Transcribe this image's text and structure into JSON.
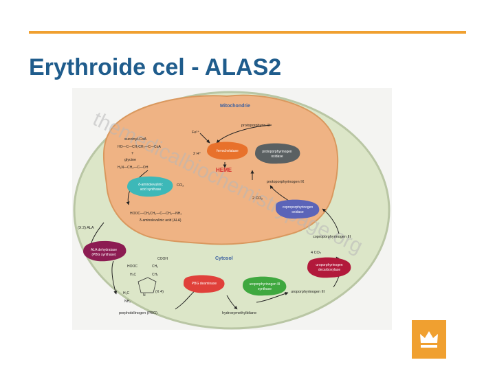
{
  "slide": {
    "title": "Erythroide cel - ALAS2",
    "accent_color": "#F0A030",
    "title_color": "#1F5C8C"
  },
  "diagram": {
    "compartments": {
      "mitochondrion": "Mitochondrie",
      "cytosol": "Cytosol"
    },
    "watermark": "themedicalbiochemistrypage.org",
    "heme": "HEME",
    "metabolites": {
      "protoporphyrin_ix": "protoporphyrin IX",
      "fe2": "Fe²⁺",
      "two_h": "2 H⁺",
      "succinyl_coa": "succinyl-CoA",
      "succinyl_formula": "HO—C—CH₂CH₂—C—CoA",
      "glycine": "glycine",
      "glycine_formula": "H₂N—CH₂—C—OH",
      "co2_alas": "CO₂",
      "protoporphyrinogen_ix": "protoporphyrinogen IX",
      "two_co2_a": "2 CO₂",
      "ala_formula": "HOOC—CH₂CH₂—C—CH₂—NH₂",
      "ala_name": "δ-aminolevulinic acid (ALA)",
      "two_ala": "(X 2) ALA",
      "coproporphyrinogen_iii": "coproporphyrinogen III",
      "four_co2": "4 CO₂",
      "uroporphyrinogen_iii": "uroporphyrinogen III",
      "pbg_cooh": "COOH",
      "pbg_hooc": "HOOC",
      "pbg_ch2_a": "CH₂",
      "pbg_ch2_b": "CH₂",
      "pbg_h2c": "H₂C",
      "pbg_h2c_b": "H₂C",
      "pbg_nh2": "NH₂",
      "pbg_n": "N",
      "x4": "(X 4)",
      "porphobilinogen": "porphobilinogen (PBG)",
      "hydroxymethylbilane": "hydroxymethylbilane"
    },
    "enzymes": {
      "ferrochelatase": "ferrochelatase",
      "protoporphyrinogen_oxidase": [
        "protoporphyrinogen",
        "oxidase"
      ],
      "ala_synthase": [
        "δ-aminolevulinic",
        "acid synthase"
      ],
      "coproporphyrinogen_oxidase": [
        "coproporphyrinogen",
        "oxidase"
      ],
      "ala_dehydratase": [
        "ALA dehydratase",
        "(PBG synthase)"
      ],
      "uroporphyrinogen_decarboxylase": [
        "uroporphyrinogen",
        "decarboxylase"
      ],
      "pbg_deaminase": "PBG deaminase",
      "uroporphyrinogen_synthase": [
        "uroporphyrinogen III",
        "synthase"
      ]
    },
    "colors": {
      "cell": "#DCE6C8",
      "mitochondrion": "#EFB384",
      "ferrochelatase": "#E8712B",
      "protoporphyrinogen_oxidase": "#5A6062",
      "ala_synthase": "#3DB8B8",
      "coproporphyrinogen_oxidase": "#5B64B8",
      "ala_dehydratase": "#8C1C52",
      "uroporphyrinogen_decarboxylase": "#B2193B",
      "pbg_deaminase": "#E0403A",
      "uroporphyrinogen_synthase": "#3FA83F",
      "heme": "#D42B2B"
    }
  }
}
